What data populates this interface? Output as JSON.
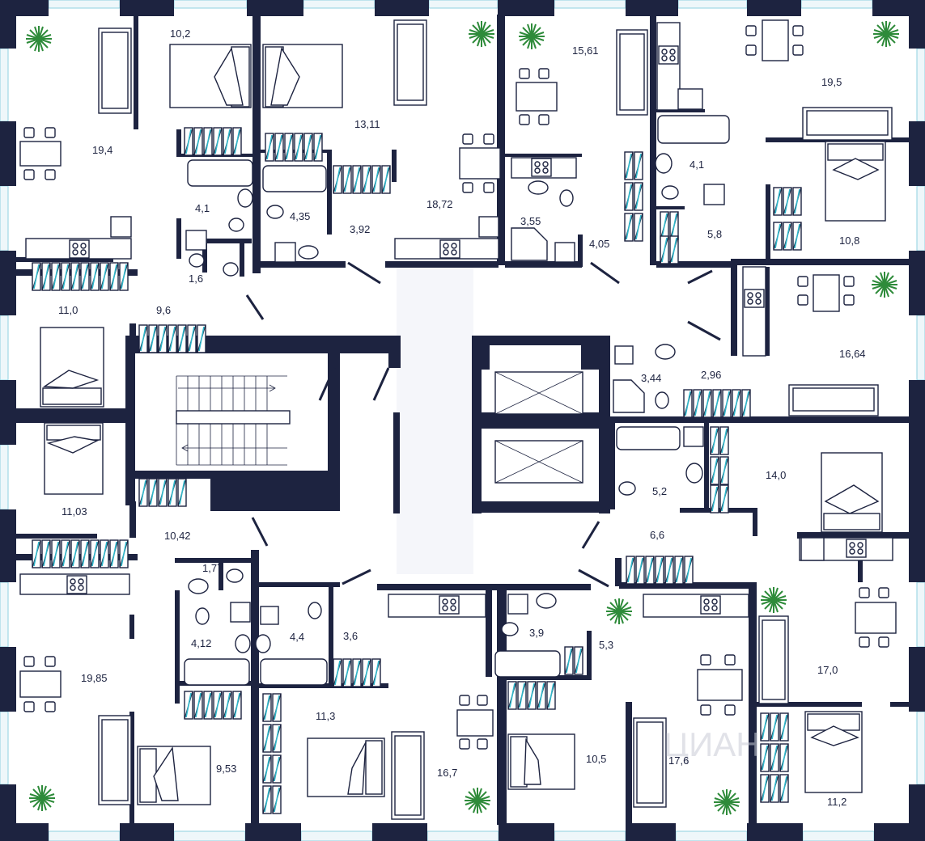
{
  "plan": {
    "palette": {
      "wall": "#1d2340",
      "window": "#8fd0e0",
      "wardrobe_accent": "#2fb6c9",
      "plant": "#2e8b3a"
    },
    "watermark": "ЦИАН",
    "room_areas": [
      {
        "id": "a194",
        "text": "19,4"
      },
      {
        "id": "a102",
        "text": "10,2"
      },
      {
        "id": "a1311",
        "text": "13,11"
      },
      {
        "id": "a1872",
        "text": "18,72"
      },
      {
        "id": "a1561",
        "text": "15,61"
      },
      {
        "id": "a195",
        "text": "19,5"
      },
      {
        "id": "a41a",
        "text": "4,1"
      },
      {
        "id": "a435",
        "text": "4,35"
      },
      {
        "id": "a392",
        "text": "3,92"
      },
      {
        "id": "a355",
        "text": "3,55"
      },
      {
        "id": "a405",
        "text": "4,05"
      },
      {
        "id": "a41b",
        "text": "4,1"
      },
      {
        "id": "a58",
        "text": "5,8"
      },
      {
        "id": "a108",
        "text": "10,8"
      },
      {
        "id": "a16",
        "text": "1,6"
      },
      {
        "id": "a110",
        "text": "11,0"
      },
      {
        "id": "a96",
        "text": "9,6"
      },
      {
        "id": "a1664",
        "text": "16,64"
      },
      {
        "id": "a344",
        "text": "3,44"
      },
      {
        "id": "a296",
        "text": "2,96"
      },
      {
        "id": "a1103",
        "text": "11,03"
      },
      {
        "id": "a140",
        "text": "14,0"
      },
      {
        "id": "a52",
        "text": "5,2"
      },
      {
        "id": "a1042",
        "text": "10,42"
      },
      {
        "id": "a66",
        "text": "6,6"
      },
      {
        "id": "a177",
        "text": "1,77"
      },
      {
        "id": "a412",
        "text": "4,12"
      },
      {
        "id": "a44",
        "text": "4,4"
      },
      {
        "id": "a36",
        "text": "3,6"
      },
      {
        "id": "a39",
        "text": "3,9"
      },
      {
        "id": "a53",
        "text": "5,3"
      },
      {
        "id": "a1985",
        "text": "19,85"
      },
      {
        "id": "a170",
        "text": "17,0"
      },
      {
        "id": "a113",
        "text": "11,3"
      },
      {
        "id": "a953",
        "text": "9,53"
      },
      {
        "id": "a167",
        "text": "16,7"
      },
      {
        "id": "a105",
        "text": "10,5"
      },
      {
        "id": "a176",
        "text": "17,6"
      },
      {
        "id": "a112",
        "text": "11,2"
      }
    ]
  }
}
